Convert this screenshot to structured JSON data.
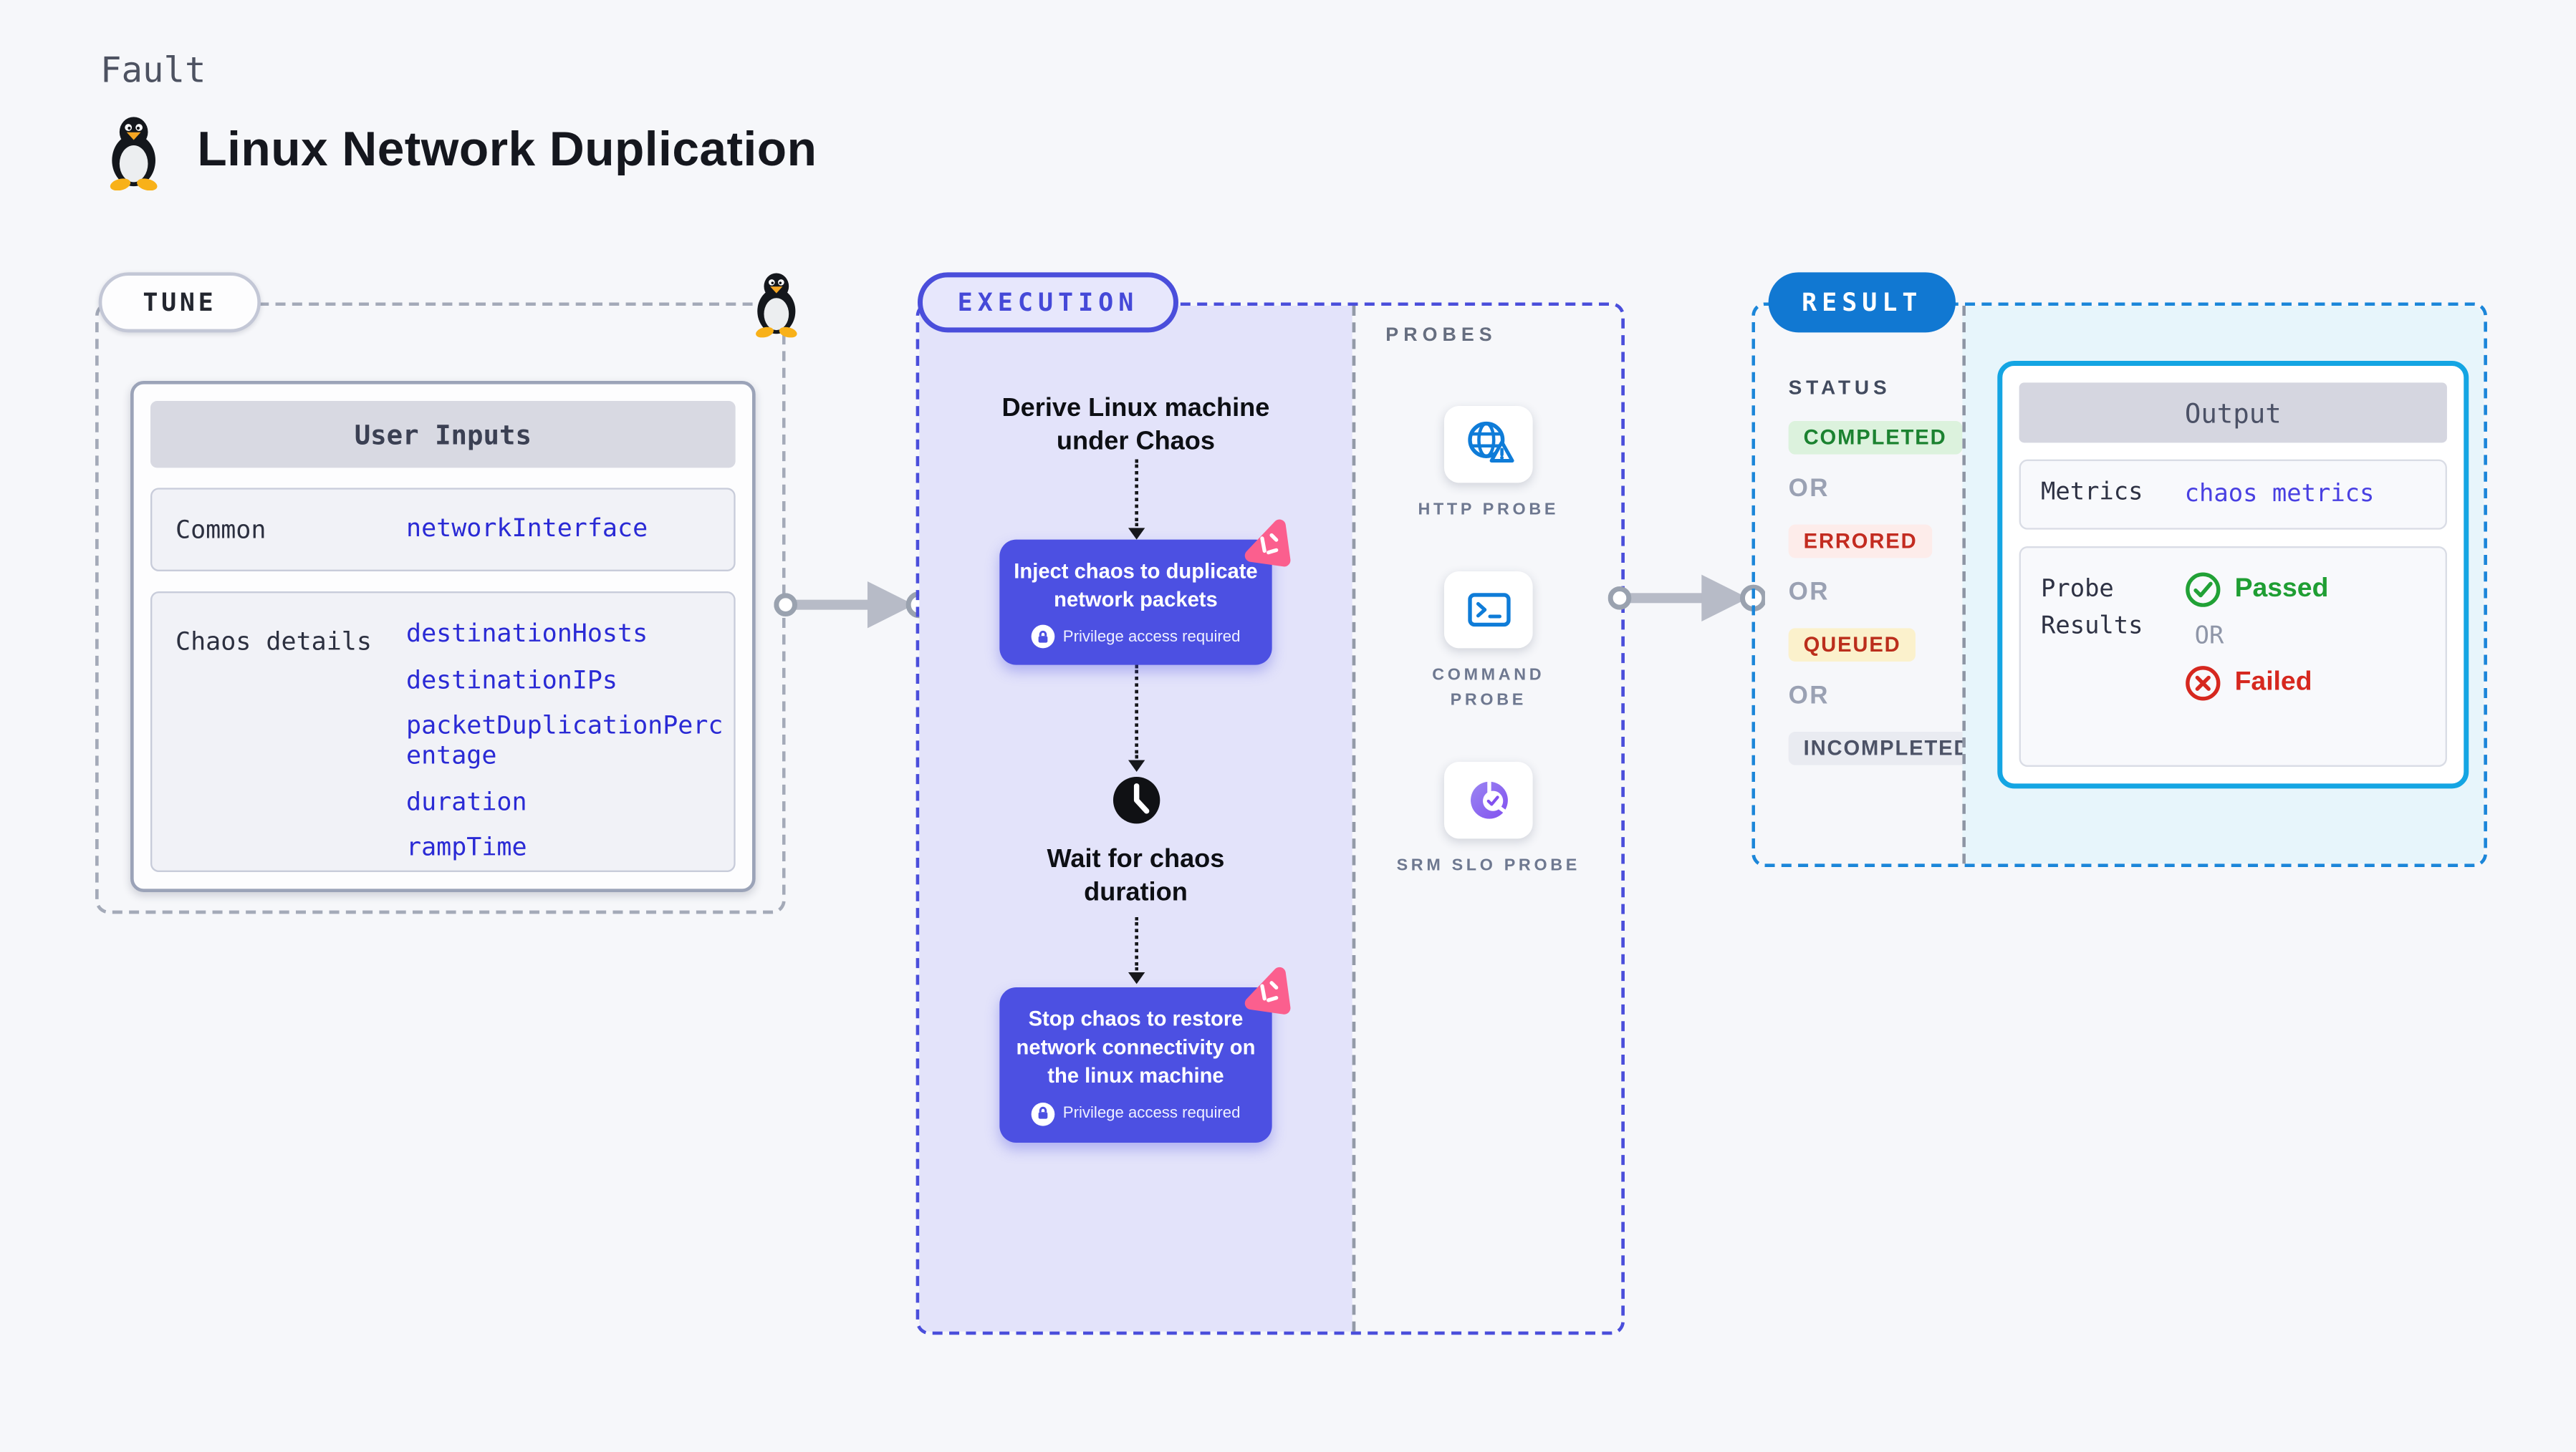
{
  "page": {
    "kicker": "Fault",
    "title": "Linux Network Duplication"
  },
  "colors": {
    "page_bg": "#f6f7fa",
    "indigo_accent": "#4a4edb",
    "node_bg": "#4c50e2",
    "lavender_bg": "#e3e3fa",
    "result_blue": "#1178d2",
    "output_border": "#14a5e3",
    "output_zone_bg": "#e7f5fb",
    "link_blue": "#2a2ad5",
    "pink_logo": "#fb5f8e",
    "passed_green": "#1f9e33",
    "failed_red": "#d6281f"
  },
  "tune": {
    "badge": "TUNE",
    "card": {
      "header": "User Inputs",
      "rows": [
        {
          "label": "Common",
          "values": [
            "networkInterface"
          ]
        },
        {
          "label": "Chaos details",
          "values": [
            "destinationHosts",
            "destinationIPs",
            "packetDuplicationPercentage",
            "duration",
            "rampTime"
          ]
        }
      ]
    }
  },
  "execution": {
    "badge": "EXECUTION",
    "steps": {
      "derive": "Derive Linux machine under Chaos",
      "inject": "Inject chaos to duplicate network packets",
      "wait": "Wait for chaos duration",
      "stop": "Stop chaos to restore network connectivity on the linux machine"
    },
    "privilege_note": "Privilege access required"
  },
  "probes": {
    "heading": "PROBES",
    "items": [
      {
        "label": "HTTP PROBE",
        "icon": "globe-warning-icon"
      },
      {
        "label": "COMMAND PROBE",
        "icon": "terminal-icon"
      },
      {
        "label": "SRM SLO PROBE",
        "icon": "slo-pie-check-icon"
      }
    ]
  },
  "result": {
    "badge": "RESULT",
    "status_heading": "STATUS",
    "or_label": "OR",
    "statuses": [
      {
        "label": "COMPLETED",
        "fg": "#1b8230",
        "bg": "#dcf2dd"
      },
      {
        "label": "ERRORED",
        "fg": "#c32b20",
        "bg": "#fdecea"
      },
      {
        "label": "QUEUED",
        "fg": "#bb2e1c",
        "bg": "#fbf1cc"
      },
      {
        "label": "INCOMPLETED",
        "fg": "#4c5266",
        "bg": "#e9ebf1"
      }
    ],
    "output": {
      "header": "Output",
      "metrics_label": "Metrics",
      "metrics_value": "chaos metrics",
      "probe_results_label": "Probe Results",
      "or_label": "OR",
      "passed": "Passed",
      "failed": "Failed"
    }
  }
}
